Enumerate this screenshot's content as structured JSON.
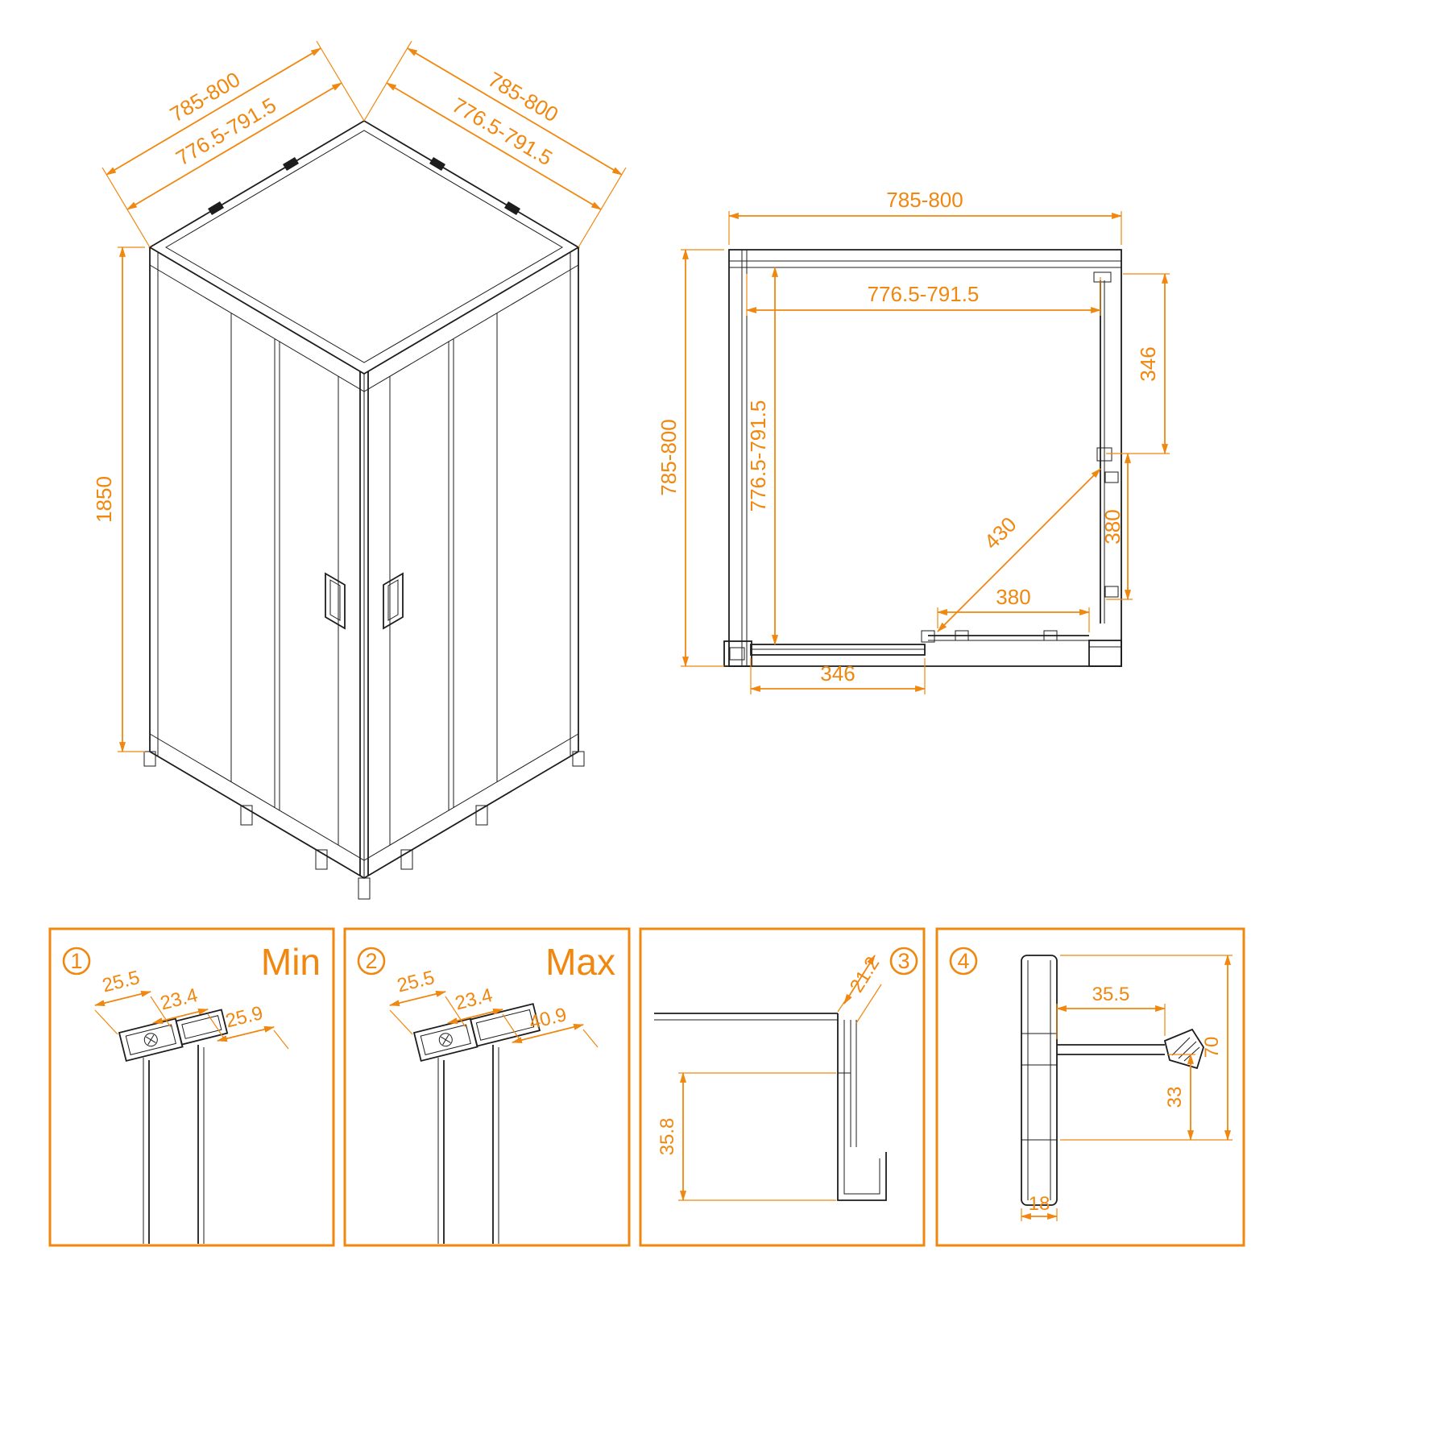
{
  "colors": {
    "accent": "#f0870f",
    "line": "#1d1d1d",
    "background": "#ffffff"
  },
  "iso_view": {
    "dim_left_edge_outer": "785-800",
    "dim_left_edge_inner": "776.5-791.5",
    "dim_right_edge_outer": "785-800",
    "dim_right_edge_inner": "776.5-791.5",
    "dim_height": "1850"
  },
  "plan_view": {
    "dim_width_outer": "785-800",
    "dim_width_inner": "776.5-791.5",
    "dim_depth_outer": "785-800",
    "dim_depth_inner": "776.5-791.5",
    "dim_fixed_right": "346",
    "dim_opening_diagonal": "430",
    "dim_door_right": "380",
    "dim_door_bottom": "380",
    "dim_fixed_bottom": "346"
  },
  "detail_panels": [
    {
      "num": "1",
      "label": "Min",
      "dim_a": "25.5",
      "dim_b": "23.4",
      "dim_c": "25.9"
    },
    {
      "num": "2",
      "label": "Max",
      "dim_a": "25.5",
      "dim_b": "23.4",
      "dim_c": "40.9"
    },
    {
      "num": "3",
      "dim_a": "21.2",
      "dim_b": "35.8"
    },
    {
      "num": "4",
      "dim_a": "35.5",
      "dim_b": "70",
      "dim_c": "33",
      "dim_d": "18"
    }
  ]
}
